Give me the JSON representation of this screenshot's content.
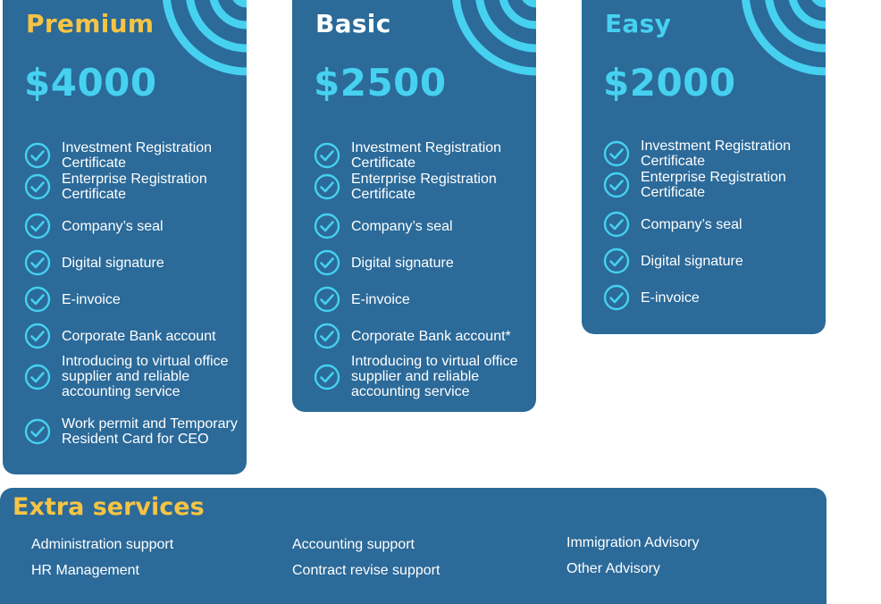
{
  "plans": [
    {
      "name": "Premium",
      "name_color": "#f6c445",
      "price": "$4000",
      "features": [
        "Investment Registration Certificate",
        "Enterprise Registration Certificate",
        "Company’s seal",
        "Digital signature",
        "E-invoice",
        "Corporate Bank account",
        "Introducing to virtual office supplier and reliable accounting service",
        "Work permit and Temporary Resident Card for CEO"
      ]
    },
    {
      "name": "Basic",
      "name_color": "#ffffff",
      "price": "$2500",
      "features": [
        "Investment Registration Certificate",
        "Enterprise Registration Certificate",
        "Company’s seal",
        "Digital signature",
        "E-invoice",
        "Corporate Bank account*",
        "Introducing to virtual office supplier and reliable accounting service"
      ]
    },
    {
      "name": "Easy",
      "name_color": "#46d1f0",
      "price": "$2000",
      "features": [
        "Investment Registration Certificate",
        "Enterprise Registration Certificate",
        "Company’s seal",
        "Digital signature",
        "E-invoice"
      ]
    }
  ],
  "extra": {
    "title": "Extra services",
    "columns": [
      [
        "Administration support",
        "HR Management"
      ],
      [
        "Accounting support",
        "Contract revise support"
      ],
      [
        "Immigration Advisory",
        "Other Advisory"
      ]
    ]
  },
  "colors": {
    "card_bg": "#2b6a99",
    "accent_cyan": "#46d1f0",
    "accent_yellow": "#f6c445"
  },
  "icons": {
    "feature": "check-circle-icon",
    "decoration": "concentric-arcs-icon"
  }
}
